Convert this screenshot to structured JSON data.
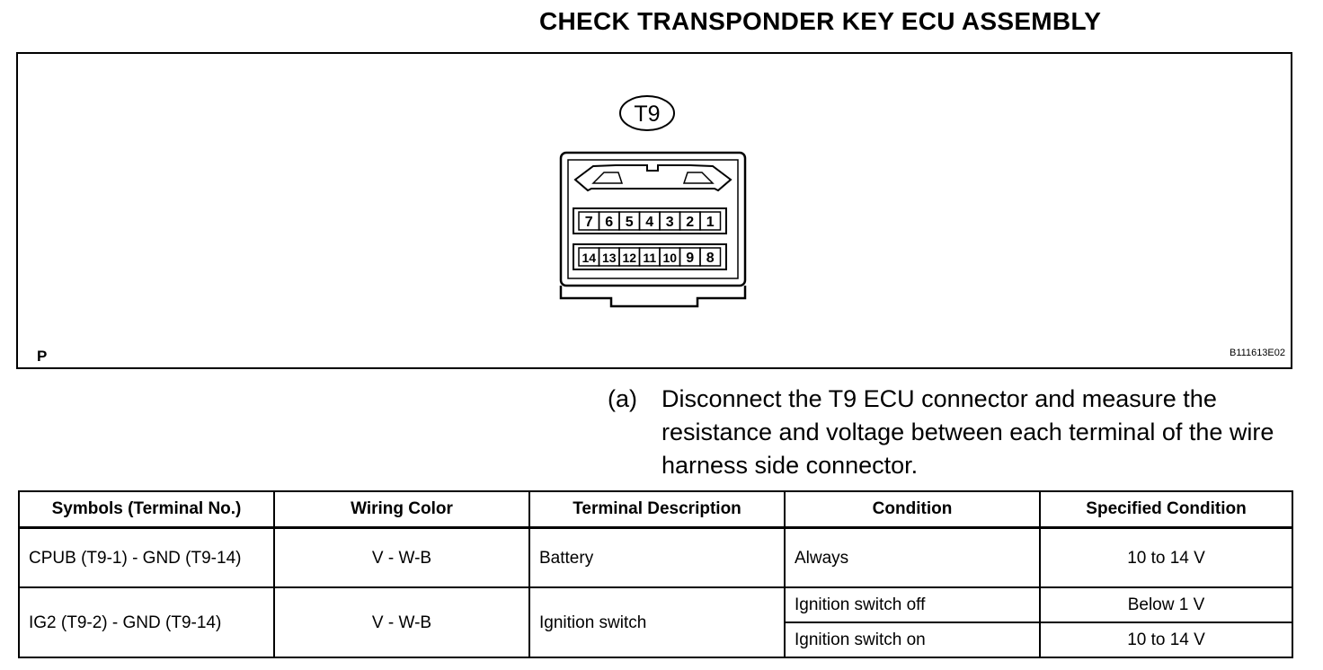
{
  "title": "CHECK TRANSPONDER KEY ECU ASSEMBLY",
  "figure": {
    "connector_label": "T9",
    "top_row_pins": [
      "7",
      "6",
      "5",
      "4",
      "3",
      "2",
      "1"
    ],
    "bottom_row_pins": [
      "14",
      "13",
      "12",
      "11",
      "10",
      "9",
      "8"
    ],
    "corner_label": "P",
    "figure_code": "B111613E02"
  },
  "step": {
    "letter": "(a)",
    "text": "Disconnect the T9 ECU connector and measure the resistance and voltage between each terminal of the wire harness side connector."
  },
  "table": {
    "headers": [
      "Symbols (Terminal No.)",
      "Wiring Color",
      "Terminal Description",
      "Condition",
      "Specified Condition"
    ],
    "rows": [
      {
        "symbols": "CPUB (T9-1) - GND (T9-14)",
        "wiring": "V - W-B",
        "description": "Battery",
        "condition": "Always",
        "spec": "10 to 14 V"
      },
      {
        "symbols": "IG2 (T9-2) - GND (T9-14)",
        "wiring": "V - W-B",
        "description": "Ignition switch",
        "sub": [
          {
            "condition": "Ignition switch off",
            "spec": "Below 1 V"
          },
          {
            "condition": "Ignition switch on",
            "spec": "10 to 14 V"
          }
        ]
      }
    ]
  }
}
